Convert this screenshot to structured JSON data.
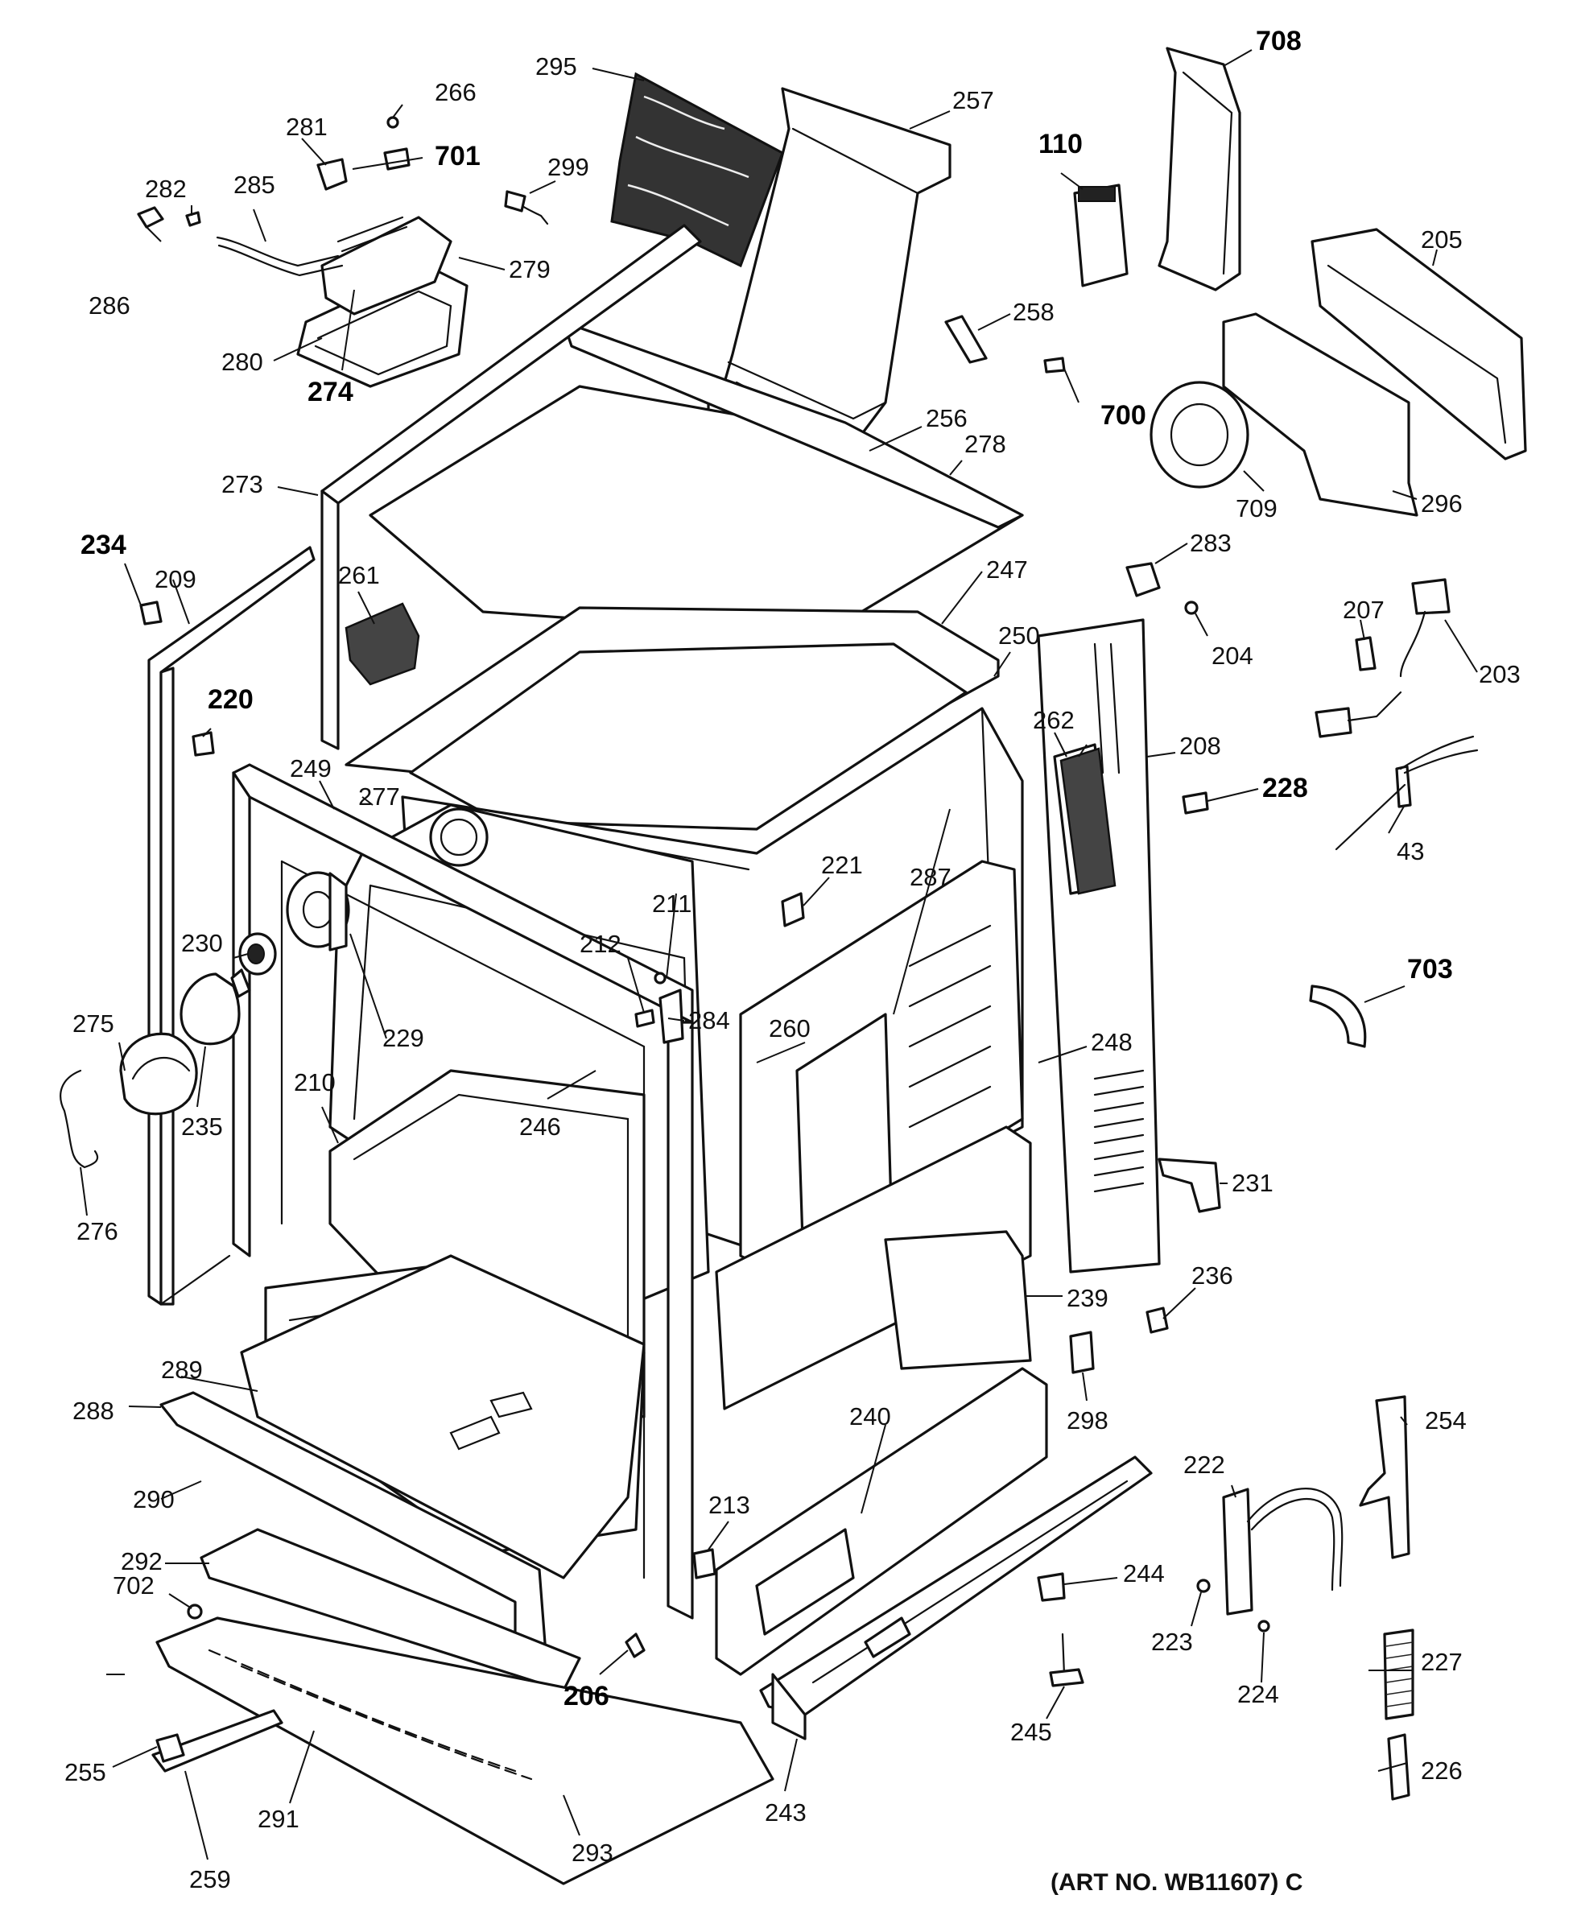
{
  "art_number": "(ART NO. WB11607) C",
  "callouts": [
    {
      "id": "c295",
      "text": "295",
      "bold": false
    },
    {
      "id": "c257",
      "text": "257",
      "bold": false
    },
    {
      "id": "c708",
      "text": "708",
      "bold": true
    },
    {
      "id": "c266",
      "text": "266",
      "bold": false
    },
    {
      "id": "c281",
      "text": "281",
      "bold": false
    },
    {
      "id": "c701",
      "text": "701",
      "bold": true
    },
    {
      "id": "c299",
      "text": "299",
      "bold": false
    },
    {
      "id": "c110",
      "text": "110",
      "bold": true
    },
    {
      "id": "c205",
      "text": "205",
      "bold": false
    },
    {
      "id": "c282",
      "text": "282",
      "bold": false
    },
    {
      "id": "c285",
      "text": "285",
      "bold": false
    },
    {
      "id": "c286",
      "text": "286",
      "bold": false
    },
    {
      "id": "c279",
      "text": "279",
      "bold": false
    },
    {
      "id": "c258",
      "text": "258",
      "bold": false
    },
    {
      "id": "c280",
      "text": "280",
      "bold": false
    },
    {
      "id": "c274",
      "text": "274",
      "bold": true
    },
    {
      "id": "c700",
      "text": "700",
      "bold": true
    },
    {
      "id": "c256",
      "text": "256",
      "bold": false
    },
    {
      "id": "c278",
      "text": "278",
      "bold": false
    },
    {
      "id": "c273",
      "text": "273",
      "bold": false
    },
    {
      "id": "c709",
      "text": "709",
      "bold": false
    },
    {
      "id": "c296",
      "text": "296",
      "bold": false
    },
    {
      "id": "c234",
      "text": "234",
      "bold": true
    },
    {
      "id": "c209",
      "text": "209",
      "bold": false
    },
    {
      "id": "c283",
      "text": "283",
      "bold": false
    },
    {
      "id": "c261",
      "text": "261",
      "bold": false
    },
    {
      "id": "c247",
      "text": "247",
      "bold": false
    },
    {
      "id": "c207",
      "text": "207",
      "bold": false
    },
    {
      "id": "c204",
      "text": "204",
      "bold": false
    },
    {
      "id": "c250",
      "text": "250",
      "bold": false
    },
    {
      "id": "c203",
      "text": "203",
      "bold": false
    },
    {
      "id": "c220",
      "text": "220",
      "bold": true
    },
    {
      "id": "c208",
      "text": "208",
      "bold": false
    },
    {
      "id": "c262",
      "text": "262",
      "bold": false
    },
    {
      "id": "c228",
      "text": "228",
      "bold": true
    },
    {
      "id": "c249",
      "text": "249",
      "bold": false
    },
    {
      "id": "c277",
      "text": "277",
      "bold": false
    },
    {
      "id": "c43",
      "text": "43",
      "bold": false
    },
    {
      "id": "c221",
      "text": "221",
      "bold": false
    },
    {
      "id": "c211",
      "text": "211",
      "bold": false
    },
    {
      "id": "c212",
      "text": "212",
      "bold": false
    },
    {
      "id": "c230",
      "text": "230",
      "bold": false
    },
    {
      "id": "c287",
      "text": "287",
      "bold": false
    },
    {
      "id": "c284",
      "text": "284",
      "bold": false
    },
    {
      "id": "c248",
      "text": "248",
      "bold": false
    },
    {
      "id": "c703",
      "text": "703",
      "bold": true
    },
    {
      "id": "c229",
      "text": "229",
      "bold": false
    },
    {
      "id": "c275",
      "text": "275",
      "bold": false
    },
    {
      "id": "c260",
      "text": "260",
      "bold": false
    },
    {
      "id": "c210",
      "text": "210",
      "bold": false
    },
    {
      "id": "c235",
      "text": "235",
      "bold": false
    },
    {
      "id": "c246",
      "text": "246",
      "bold": false
    },
    {
      "id": "c231",
      "text": "231",
      "bold": false
    },
    {
      "id": "c276",
      "text": "276",
      "bold": false
    },
    {
      "id": "c236",
      "text": "236",
      "bold": false
    },
    {
      "id": "c239",
      "text": "239",
      "bold": false
    },
    {
      "id": "c298",
      "text": "298",
      "bold": false
    },
    {
      "id": "c289",
      "text": "289",
      "bold": false
    },
    {
      "id": "c288",
      "text": "288",
      "bold": false
    },
    {
      "id": "c240",
      "text": "240",
      "bold": false
    },
    {
      "id": "c254",
      "text": "254",
      "bold": false
    },
    {
      "id": "c290",
      "text": "290",
      "bold": false
    },
    {
      "id": "c222",
      "text": "222",
      "bold": false
    },
    {
      "id": "c213",
      "text": "213",
      "bold": false
    },
    {
      "id": "c292",
      "text": "292",
      "bold": false
    },
    {
      "id": "c244",
      "text": "244",
      "bold": false
    },
    {
      "id": "c702",
      "text": "702",
      "bold": false
    },
    {
      "id": "c223",
      "text": "223",
      "bold": false
    },
    {
      "id": "c227",
      "text": "227",
      "bold": false
    },
    {
      "id": "c206",
      "text": "206",
      "bold": true
    },
    {
      "id": "c224",
      "text": "224",
      "bold": false
    },
    {
      "id": "c245",
      "text": "245",
      "bold": false
    },
    {
      "id": "c255",
      "text": "255",
      "bold": false
    },
    {
      "id": "c226",
      "text": "226",
      "bold": false
    },
    {
      "id": "c291",
      "text": "291",
      "bold": false
    },
    {
      "id": "c243",
      "text": "243",
      "bold": false
    },
    {
      "id": "c259",
      "text": "259",
      "bold": false
    },
    {
      "id": "c293",
      "text": "293",
      "bold": false
    }
  ]
}
